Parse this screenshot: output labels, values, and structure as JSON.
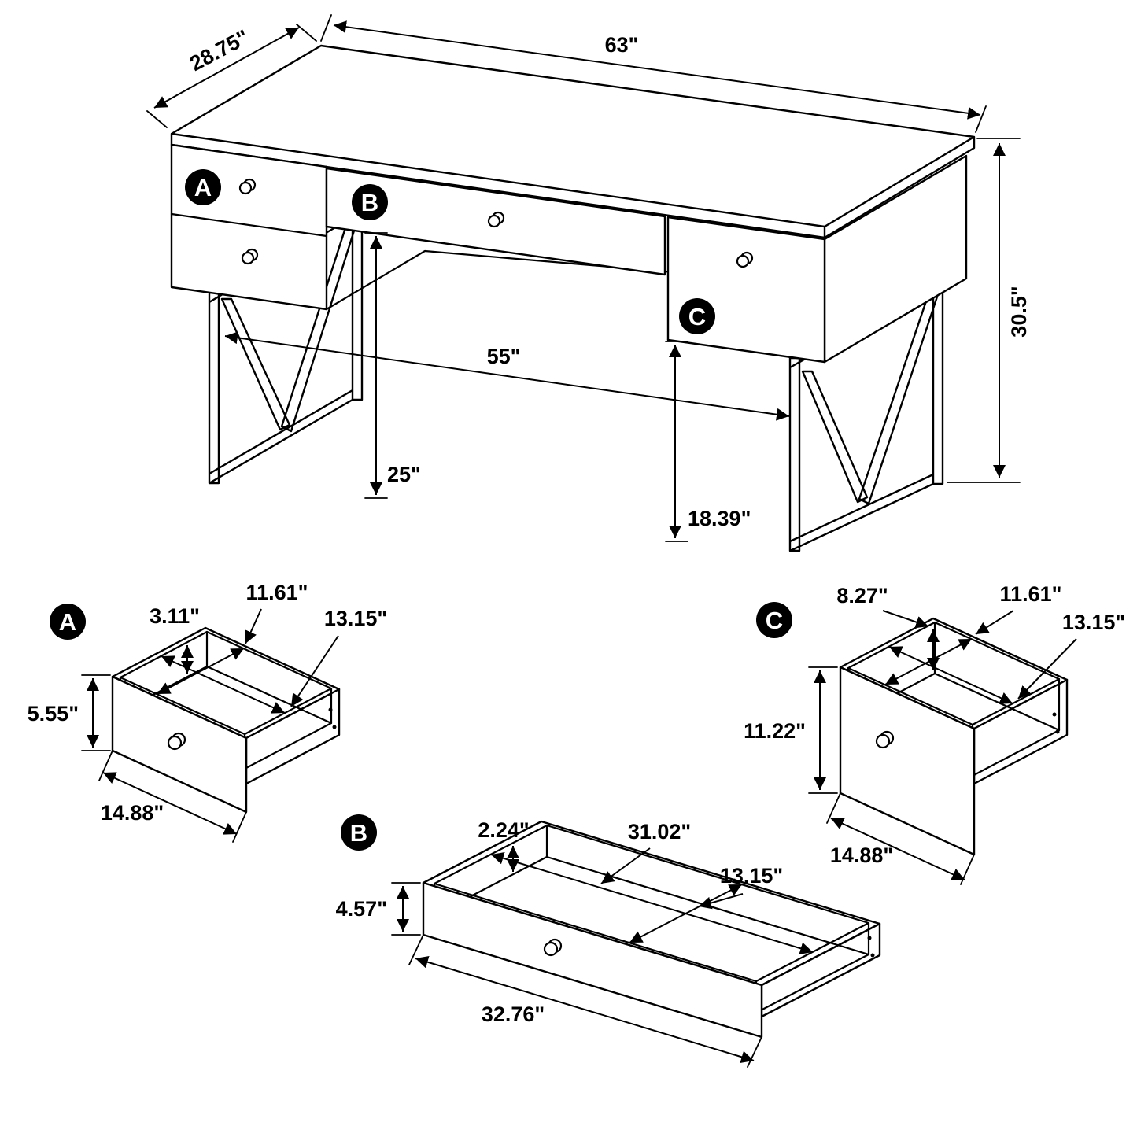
{
  "canvas": {
    "background": "#ffffff",
    "line_color": "#000000",
    "badge_bg": "#000000",
    "badge_fg": "#ffffff"
  },
  "desk": {
    "badge_a": "A",
    "badge_b": "B",
    "badge_c": "C",
    "dim_top_depth": "28.75\"",
    "dim_top_width": "63\"",
    "dim_height": "30.5\"",
    "dim_leg_clearance_width": "55\"",
    "dim_kneehole_height": "25\"",
    "dim_drawer_c_floor_clearance": "18.39\""
  },
  "drawer_a": {
    "badge": "A",
    "dim_inner_height": "3.11\"",
    "dim_inner_depth": "11.61\"",
    "dim_inner_width": "13.15\"",
    "dim_front_height": "5.55\"",
    "dim_front_width": "14.88\""
  },
  "drawer_b": {
    "badge": "B",
    "dim_inner_height": "2.24\"",
    "dim_inner_width": "31.02\"",
    "dim_inner_depth": "13.15\"",
    "dim_front_height": "4.57\"",
    "dim_front_width": "32.76\""
  },
  "drawer_c": {
    "badge": "C",
    "dim_inner_height": "8.27\"",
    "dim_inner_depth": "11.61\"",
    "dim_inner_width": "13.15\"",
    "dim_front_height": "11.22\"",
    "dim_front_width": "14.88\""
  }
}
